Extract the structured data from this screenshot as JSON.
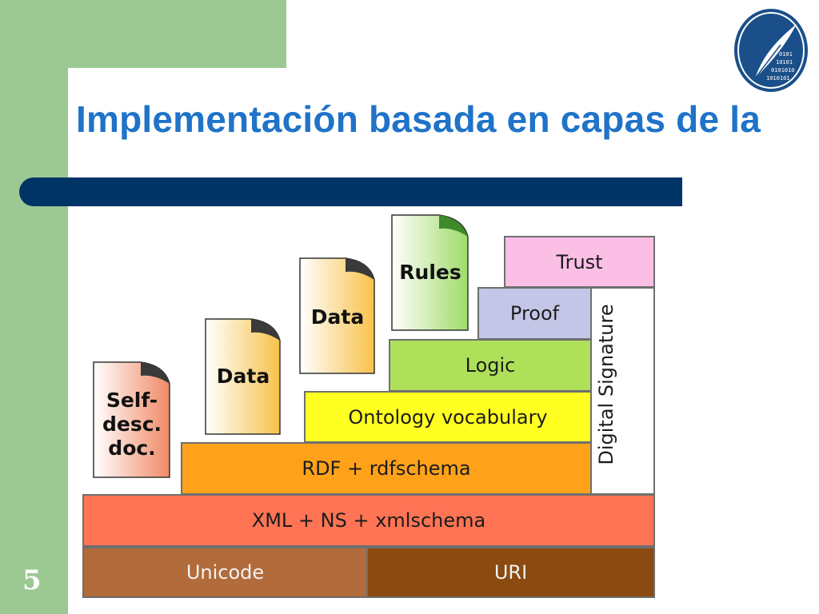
{
  "slide": {
    "title": "Implementación basada en capas de la",
    "number": "5"
  },
  "diagram": {
    "layers": {
      "unicode": "Unicode",
      "uri": "URI",
      "xml": "XML + NS + xmlschema",
      "rdf": "RDF + rdfschema",
      "ontology": "Ontology vocabulary",
      "logic": "Logic",
      "proof": "Proof",
      "trust": "Trust",
      "signature": "Digital Signature"
    },
    "documents": {
      "self_desc": [
        "Self-",
        "desc.",
        "doc."
      ],
      "data1": "Data",
      "data2": "Data",
      "rules": "Rules"
    }
  },
  "colors": {
    "sidebar_green": "#9cc993",
    "title_blue": "#1f73c8",
    "rule_navy": "#003366"
  }
}
